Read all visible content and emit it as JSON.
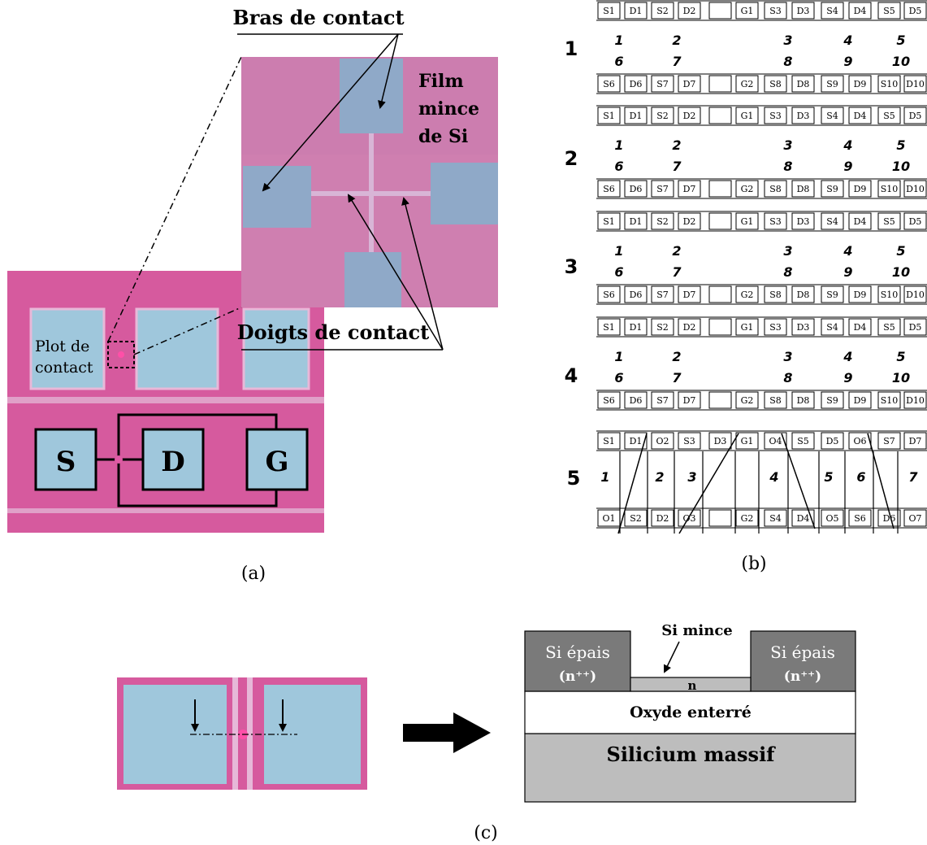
{
  "panel_a": {
    "caption": "(a)",
    "bras_label": "Bras de contact",
    "film_label": [
      "Film",
      "mince",
      "de Si"
    ],
    "doigts_label": "Doigts de contact",
    "plot_label": [
      "Plot de",
      "contact"
    ],
    "s_label": "S",
    "d_label": "D",
    "g_label": "G"
  },
  "panel_b": {
    "caption": "(b)",
    "rows": [
      {
        "num": "1",
        "top_labels": [
          "1",
          "2",
          "3",
          "4",
          "5"
        ],
        "bot_labels": [
          "6",
          "7",
          "8",
          "9",
          "10"
        ]
      },
      {
        "num": "2",
        "top_labels": [
          "1",
          "2",
          "3",
          "4",
          "5"
        ],
        "bot_labels": [
          "6",
          "7",
          "8",
          "9",
          "10"
        ]
      },
      {
        "num": "3",
        "top_labels": [
          "1",
          "2",
          "3",
          "4",
          "5"
        ],
        "bot_labels": [
          "6",
          "7",
          "8",
          "9",
          "10"
        ]
      },
      {
        "num": "4",
        "top_labels": [
          "1",
          "2",
          "3",
          "4",
          "5"
        ],
        "bot_labels": [
          "6",
          "7",
          "8",
          "9",
          "10"
        ]
      }
    ],
    "pad_top": [
      "S1",
      "D1",
      "S2",
      "D2",
      "",
      "G1",
      "S3",
      "D3",
      "S4",
      "D4",
      "S5",
      "D5"
    ],
    "pad_bot": [
      "S6",
      "D6",
      "S7",
      "D7",
      "",
      "G2",
      "S8",
      "D8",
      "S9",
      "D9",
      "S10",
      "D10"
    ],
    "row5": {
      "num": "5",
      "labels": [
        "1",
        "2",
        "3",
        "4",
        "5",
        "6",
        "7"
      ],
      "pad_top": [
        "S1",
        "D1",
        "O2",
        "S3",
        "D3",
        "G1",
        "O4",
        "S5",
        "D5",
        "O6",
        "S7",
        "D7"
      ],
      "pad_bot": [
        "O1",
        "S2",
        "D2",
        "O3",
        "",
        "G2",
        "S4",
        "D4",
        "O5",
        "S6",
        "D6",
        "O7"
      ]
    }
  },
  "panel_c": {
    "caption": "(c)",
    "si_epais": "Si épais",
    "n_pp": "(n⁺⁺)",
    "si_mince": "Si mince",
    "n_label": "n",
    "oxyde": "Oxyde enterré",
    "silicium": "Silicium massif"
  },
  "colors": {
    "pink": "#d65a9e",
    "light_pink": "#cf7fb0",
    "pad_blue": "#9fc7dc",
    "pad_blue_zoom": "#8fa9c8",
    "dark_gray": "#7a7a7a",
    "mid_gray": "#bdbdbd"
  }
}
